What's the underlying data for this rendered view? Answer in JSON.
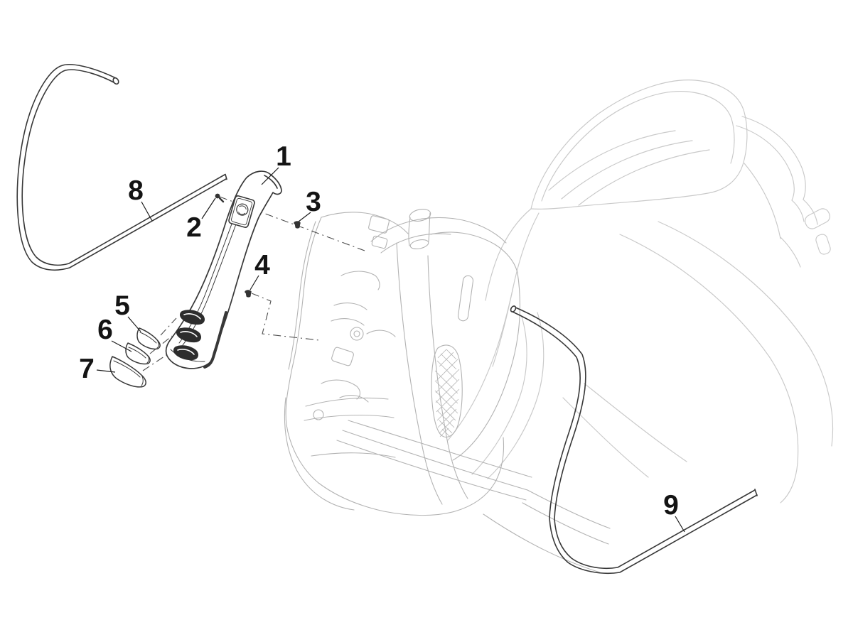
{
  "diagram": {
    "type": "exploded-parts-diagram",
    "background": "#ffffff",
    "colors": {
      "part_outline": "#383838",
      "ghost_outline": "#c9c9c9",
      "ghost_dark": "#b3b3b3",
      "slot_fill": "#2d2d2d",
      "leader_line": "#1c1c1c",
      "dash_line": "#4d4d4d",
      "label_text": "#141414"
    },
    "callouts": [
      {
        "label": "1"
      },
      {
        "label": "2"
      },
      {
        "label": "3"
      },
      {
        "label": "4"
      },
      {
        "label": "5"
      },
      {
        "label": "6"
      },
      {
        "label": "7"
      },
      {
        "label": "8"
      },
      {
        "label": "9"
      }
    ]
  }
}
